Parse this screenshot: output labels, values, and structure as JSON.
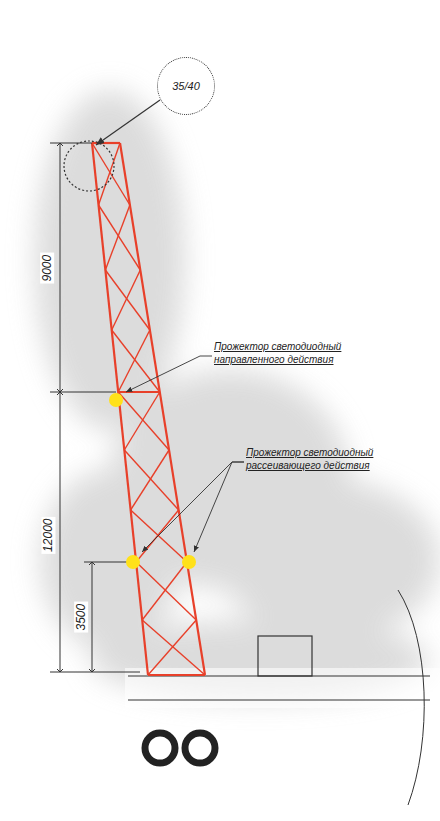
{
  "diagram": {
    "nodes": [
      {
        "text": [
          "35/40"
        ]
      }
    ],
    "labels": [
      "9000",
      "12000",
      "3500",
      "Прожектор светодиодный направленного действия",
      "Прожектор светодиодный рассеивающего действия"
    ]
  }
}
